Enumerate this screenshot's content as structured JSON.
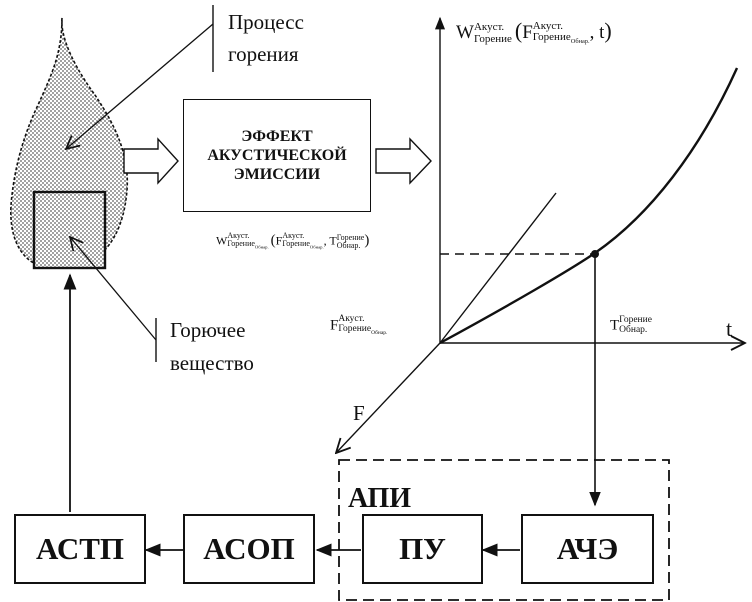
{
  "labels": {
    "process_line1": "Процесс",
    "process_line2": "горения",
    "fuel_line1": "Горючее",
    "fuel_line2": "вещество",
    "effect_line1": "ЭФФЕКТ",
    "effect_line2": "АКУСТИЧЕСКОЙ",
    "effect_line3": "ЭМИССИИ",
    "axis_t": "t",
    "axis_F": "F",
    "api": "АПИ"
  },
  "formulas": {
    "w": "W",
    "f": "F",
    "t_cap": "T",
    "akust": "Акуст.",
    "gorenie": "Горение",
    "obnar": "Обнар.",
    "comma_t": ", t",
    "comma": ","
  },
  "blocks": {
    "astp": "АСТП",
    "asop": "АСОП",
    "pu": "ПУ",
    "ache": "АЧЭ"
  },
  "colors": {
    "ink": "#111111",
    "background": "#ffffff"
  }
}
